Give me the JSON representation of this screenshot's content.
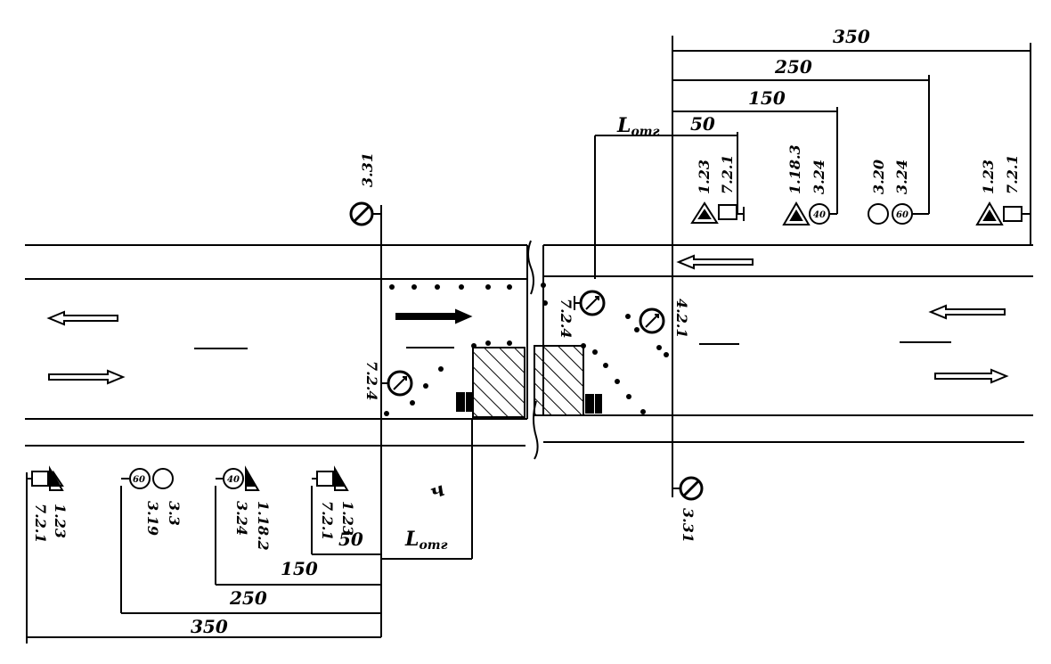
{
  "dimensions": {
    "top_350": "350",
    "top_250": "250",
    "top_150": "150",
    "top_50": "50",
    "top_lotr": "L",
    "top_lotr_sub": "отг",
    "bottom_350": "350",
    "bottom_250": "250",
    "bottom_150": "150",
    "bottom_50": "50",
    "bottom_lotr": "L",
    "bottom_lotr_sub": "отг"
  },
  "sign_codes": {
    "top_321": "3.31",
    "top_s1_a": "1.23",
    "top_s1_b": "7.2.1",
    "top_s2_a": "1.18.3",
    "top_s2_b": "3.24",
    "top_s3_a": "3.20",
    "top_s3_b": "3.24",
    "top_s4_a": "1.23",
    "top_s4_b": "7.2.1",
    "road_r1": "7.2.4",
    "road_r2": "4.2.1",
    "road_l1": "7.2.4",
    "bottom_321": "3.31",
    "bottom_s1_a": "1.23",
    "bottom_s1_b": "7.2.1",
    "bottom_s2_a": "1.18.2",
    "bottom_s2_b": "3.24",
    "bottom_s3_a": "3.3",
    "bottom_s3_b": "3.19",
    "bottom_s4_a": "1.23",
    "bottom_s4_b": "7.2.1"
  },
  "sign_faces": {
    "speed_40": "40",
    "speed_60": "60",
    "speed_40_b": "40"
  },
  "annotation": {
    "handwritten": "ч"
  }
}
